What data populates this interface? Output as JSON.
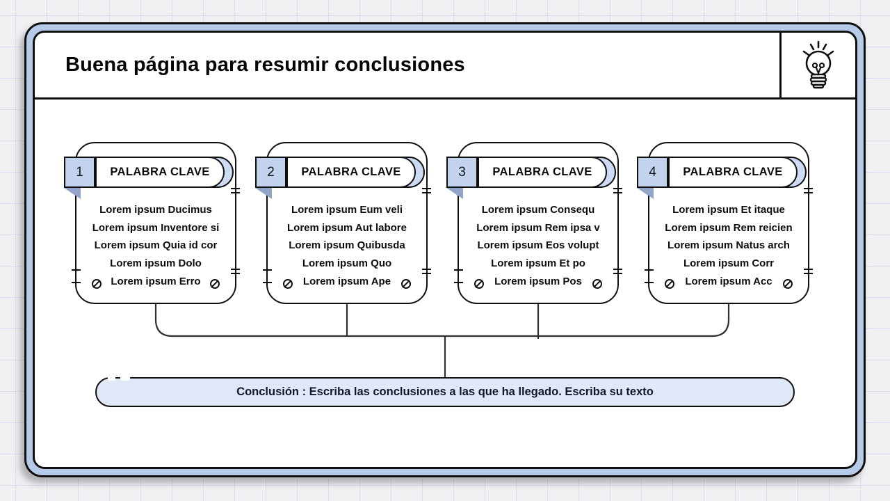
{
  "slide": {
    "title": "Buena página para resumir conclusiones"
  },
  "cards": [
    {
      "number": "1",
      "header": "PALABRA CLAVE",
      "lines": [
        "Lorem ipsum Ducimus",
        "Lorem ipsum Inventore si",
        "Lorem ipsum Quia id cor",
        "Lorem ipsum Dolo",
        "Lorem ipsum Erro"
      ]
    },
    {
      "number": "2",
      "header": "PALABRA CLAVE",
      "lines": [
        "Lorem ipsum Eum veli",
        "Lorem ipsum Aut labore",
        "Lorem ipsum Quibusda",
        "Lorem ipsum Quo",
        "Lorem ipsum Ape"
      ]
    },
    {
      "number": "3",
      "header": "PALABRA CLAVE",
      "lines": [
        "Lorem ipsum Consequ",
        "Lorem ipsum Rem ipsa v",
        "Lorem ipsum Eos volupt",
        "Lorem ipsum Et po",
        "Lorem ipsum Pos"
      ]
    },
    {
      "number": "4",
      "header": "PALABRA CLAVE",
      "lines": [
        "Lorem ipsum Et itaque",
        "Lorem ipsum Rem reicien",
        "Lorem ipsum Natus arch",
        "Lorem ipsum Corr",
        "Lorem ipsum Acc"
      ]
    }
  ],
  "conclusion": {
    "text": "Conclusión : Escriba las conclusiones a las que ha llegado. Escriba su texto"
  },
  "icons": {
    "header_icon": "lightbulb-icon",
    "card_corner_icon": "slashed-circle-screw-icon"
  },
  "colors": {
    "frame_band": "#b7cbe9",
    "tab_fill": "#c3d3ee",
    "tab_fold": "#92a5c9",
    "pill_shadow": "#ccdaf4",
    "conclusion_fill": "#e0e8f7",
    "outline": "#0f0f0f",
    "background": "#f0eff2",
    "grid_line": "#d9dcf1"
  }
}
